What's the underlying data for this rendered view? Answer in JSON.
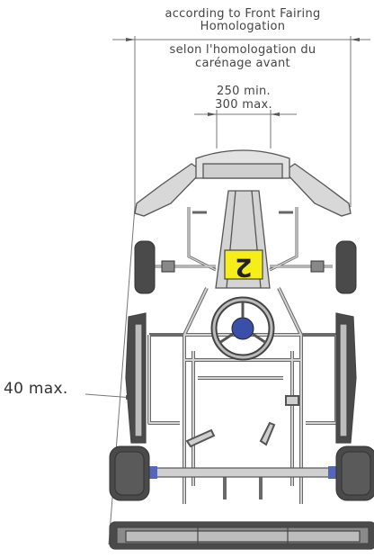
{
  "annotations": {
    "fairing_line1": "according to Front Fairing",
    "fairing_line2": "Homologation",
    "fairing_line3": "selon l'homologation du",
    "fairing_line4": "carénage avant",
    "width_min": "250 min.",
    "width_max": "300 max.",
    "side_max": "40 max."
  },
  "kart": {
    "number": "2"
  },
  "colors": {
    "line": "#555555",
    "tube": "#cfcfcf",
    "tube_edge": "#6a6a6a",
    "tyre": "#4a4a4a",
    "body_panel": "#d2d2d2",
    "number_plate": "#f5ee18",
    "hub_blue": "#3a4fa8",
    "axle_blue": "#5566bb"
  }
}
